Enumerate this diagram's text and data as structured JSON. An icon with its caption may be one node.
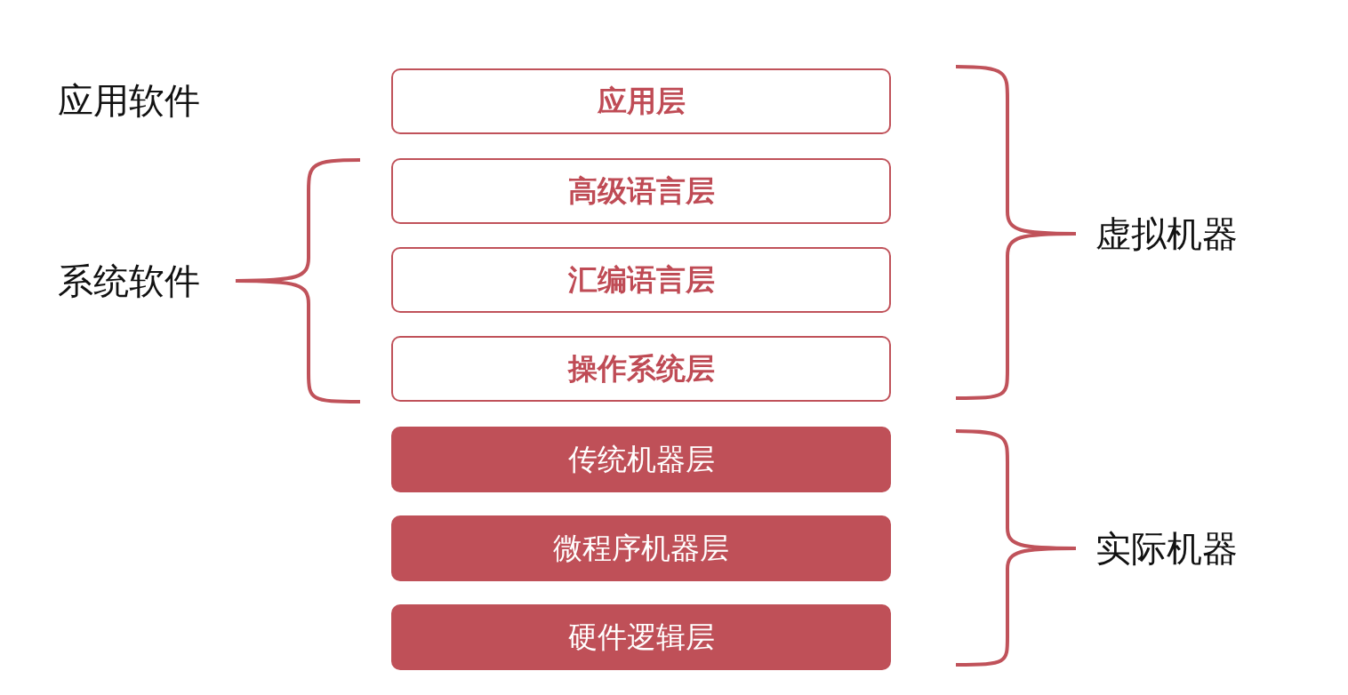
{
  "diagram": {
    "nodes": [
      {
        "text": [
          "应用层"
        ]
      },
      {
        "text": [
          "高级语言层"
        ]
      },
      {
        "text": [
          "汇编语言层"
        ]
      },
      {
        "text": [
          "操作系统层"
        ]
      },
      {
        "text": [
          "传统机器层"
        ]
      },
      {
        "text": [
          "微程序机器层"
        ]
      },
      {
        "text": [
          "硬件逻辑层"
        ]
      }
    ],
    "labels": [
      "应用软件",
      "系统软件",
      "虚拟机器",
      "实际机器"
    ]
  }
}
